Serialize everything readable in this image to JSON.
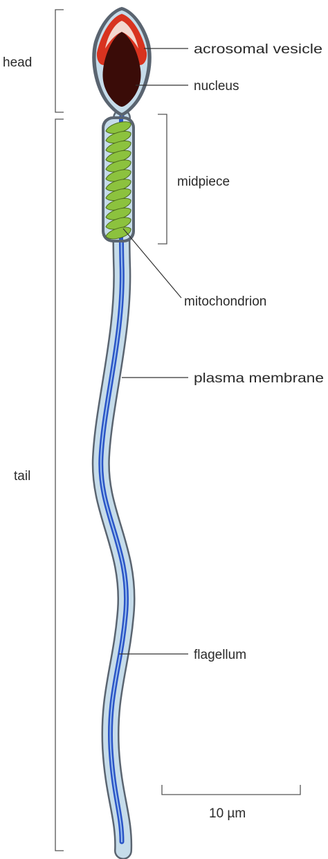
{
  "labels": {
    "head": "head",
    "tail": "tail",
    "acrosomal_vesicle": "acrosomal vesicle",
    "nucleus": "nucleus",
    "midpiece": "midpiece",
    "mitochondrion": "mitochondrion",
    "plasma_membrane": "plasma membrane",
    "flagellum": "flagellum",
    "scale_bar": "10 µm"
  },
  "colors": {
    "membrane_outline": "#5a6470",
    "cytoplasm": "#c6dcea",
    "flagellum_core": "#2b55c6",
    "acrosome": "#d8331f",
    "nucleus": "#3a0c08",
    "mitochondria": "#8cc23e"
  }
}
